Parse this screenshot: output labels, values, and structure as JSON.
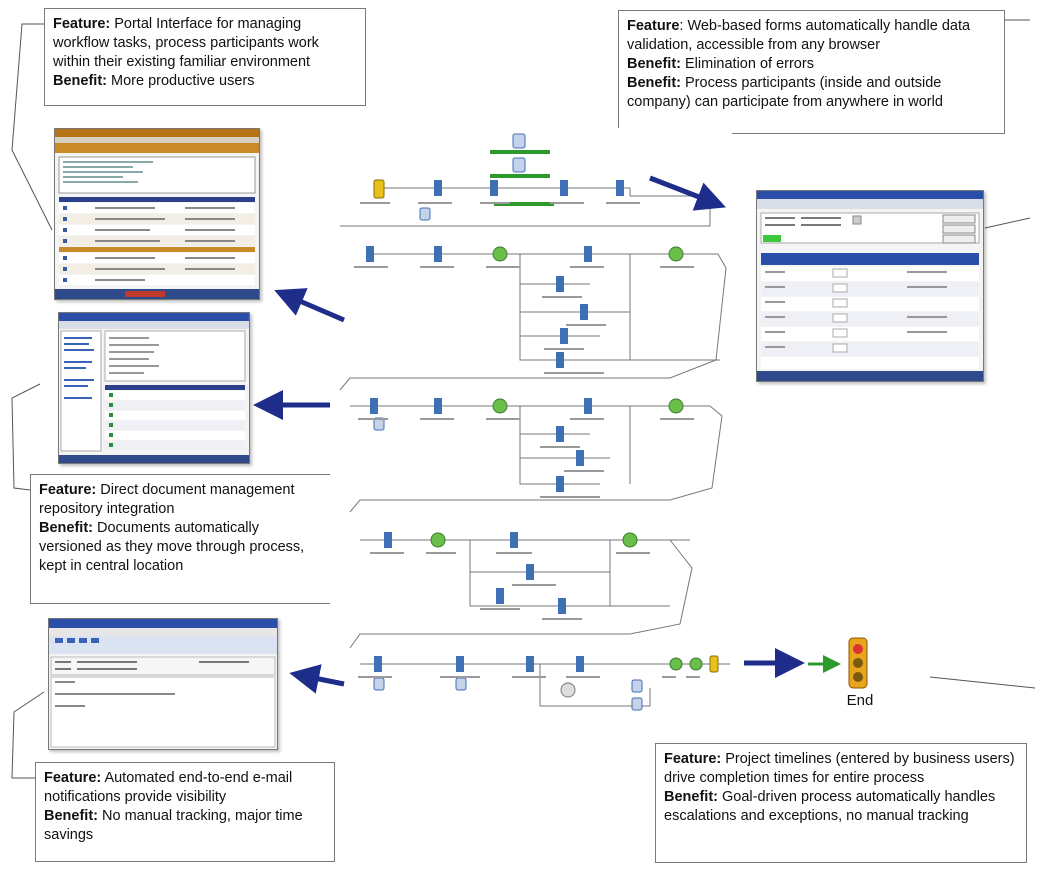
{
  "callouts": {
    "portal": {
      "feature_label": "Feature:",
      "feature_text": " Portal Interface for managing workflow tasks, process participants work within their existing familiar environment",
      "benefit_label": "Benefit:",
      "benefit_text": " More productive users"
    },
    "forms": {
      "feature_label": "Feature",
      "feature_text": ": Web-based forms automatically handle data validation,  accessible from any browser",
      "benefit1_label": "Benefit:",
      "benefit1_text": " Elimination of errors",
      "benefit2_label": "Benefit:",
      "benefit2_text": " Process participants (inside and outside company) can participate from anywhere in world"
    },
    "docs": {
      "feature_label": "Feature:",
      "feature_text": " Direct document management repository integration",
      "benefit_label": "Benefit:",
      "benefit_text": " Documents automatically versioned as they move through process, kept in central location"
    },
    "email": {
      "feature_label": "Feature:",
      "feature_text": " Automated end-to-end e-mail notifications provide visibility",
      "benefit_label": "Benefit:",
      "benefit_text": " No manual tracking, major time savings"
    },
    "timeline": {
      "feature_label": "Feature:",
      "feature_text": " Project timelines (entered by business users) drive completion times for entire process",
      "benefit_label": "Benefit:",
      "benefit_text": " Goal-driven process automatically handles escalations and exceptions, no manual tracking"
    }
  },
  "end_label": "End",
  "colors": {
    "arrow": "#1f2d8a",
    "green_arrow": "#2e9a2e",
    "node": "#3f6fb5",
    "doc": "#8aa1c8"
  }
}
